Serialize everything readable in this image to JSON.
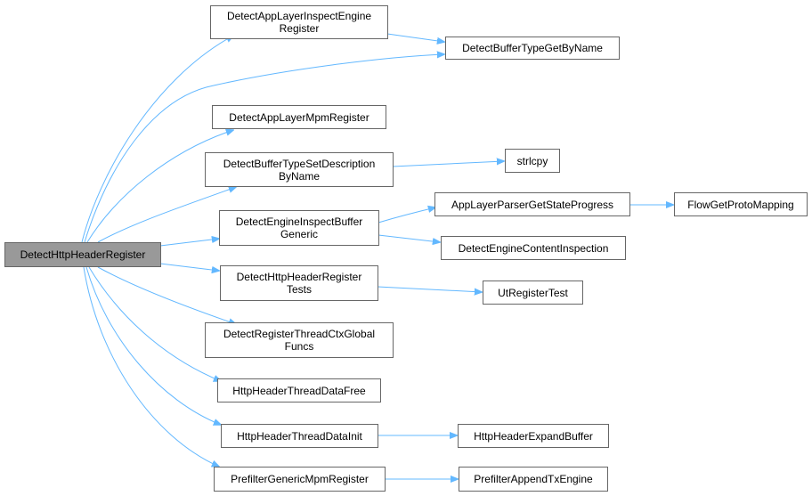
{
  "graph": {
    "edge_color": "#63b8ff",
    "root_fill": "#999999",
    "node_border": "#666666",
    "nodes": {
      "root": "DetectHttpHeaderRegister",
      "n1": "DetectAppLayerInspectEngine\nRegister",
      "n2": "DetectBufferTypeGetByName",
      "n3": "DetectAppLayerMpmRegister",
      "n4": "DetectBufferTypeSetDescription\nByName",
      "n5": "strlcpy",
      "n6": "DetectEngineInspectBuffer\nGeneric",
      "n7": "AppLayerParserGetStateProgress",
      "n8": "FlowGetProtoMapping",
      "n9": "DetectEngineContentInspection",
      "n10": "DetectHttpHeaderRegister\nTests",
      "n11": "UtRegisterTest",
      "n12": "DetectRegisterThreadCtxGlobal\nFuncs",
      "n13": "HttpHeaderThreadDataFree",
      "n14": "HttpHeaderThreadDataInit",
      "n15": "HttpHeaderExpandBuffer",
      "n16": "PrefilterGenericMpmRegister",
      "n17": "PrefilterAppendTxEngine"
    }
  }
}
